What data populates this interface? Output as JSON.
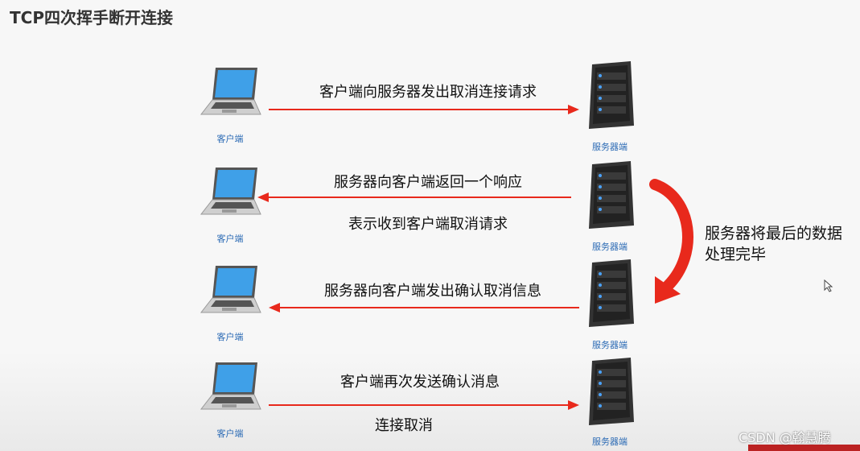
{
  "title": "TCP四次挥手断开连接",
  "client_label": "客户端",
  "server_label": "服务器端",
  "rows": [
    {
      "direction": "right",
      "msg_top": "客户端向服务器发出取消连接请求",
      "msg_bottom": ""
    },
    {
      "direction": "left",
      "msg_top": "服务器向客户端返回一个响应",
      "msg_bottom": "表示收到客户端取消请求"
    },
    {
      "direction": "left",
      "msg_top": "服务器向客户端发出确认取消信息",
      "msg_bottom": ""
    },
    {
      "direction": "right",
      "msg_top": "客户端再次发送确认消息",
      "msg_bottom": "连接取消"
    }
  ],
  "side_note_line1": "服务器将最后的数据",
  "side_note_line2": "处理完毕",
  "watermark": "CSDN @翰慧腾",
  "colors": {
    "arrow": "#e8291c",
    "label": "#2c6bb5"
  }
}
